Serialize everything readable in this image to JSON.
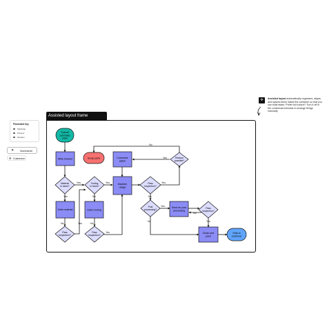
{
  "frame": {
    "title": "Assisted layout frame"
  },
  "key": {
    "title": "Flowchart key",
    "items": [
      "Start/stop",
      "Process",
      "Decision"
    ]
  },
  "buttons": {
    "summarize": "Summarize",
    "customize": "Customize"
  },
  "note": {
    "bold": "Assisted layout",
    "text": " automatically organizes, aligns, and spaces items inside the container so that you can build faster. Prefer full control? Turn it off in the contextual menubar to arrange things manually."
  },
  "flow": {
    "submit_order": [
      "Submit",
      "purchase",
      "order"
    ],
    "write_traveler": [
      "Write traveler"
    ],
    "scrap_parts": [
      "Scrap parts"
    ],
    "corrective_action": [
      "Corrective",
      "action"
    ],
    "reason_possible": [
      "Reason",
      "possible?"
    ],
    "material_in_stock": [
      "Material",
      "in stock?"
    ],
    "tooling_in_stock": [
      "Tooling",
      "in stock?"
    ],
    "machine_usage": [
      "Machine",
      "usage"
    ],
    "pass_inspection_1": [
      "Pass",
      "inspection?"
    ],
    "order_material": [
      "Order material"
    ],
    "order_tooling": [
      "Order tooling"
    ],
    "post_processing": [
      "Post",
      "processing?"
    ],
    "send_post": [
      "Send for post",
      "processing"
    ],
    "pass_inspection_post": [
      "Pass",
      "inspection?"
    ],
    "pass_inspection_mat": [
      "Pass",
      "inspection?"
    ],
    "pass_inspection_tool": [
      "Pass",
      "inspection?"
    ],
    "clean_pack": [
      "Clean and",
      "pack"
    ],
    "ship_customer": [
      "Ship to",
      "customer"
    ]
  },
  "edge_labels": {
    "yes": "Yes",
    "no": "No"
  },
  "colors": {
    "start": "#14b8a6",
    "stop_red": "#f87171",
    "ship": "#60a5fa",
    "process": "#8b8cf5",
    "decision": "#dcdcff"
  }
}
